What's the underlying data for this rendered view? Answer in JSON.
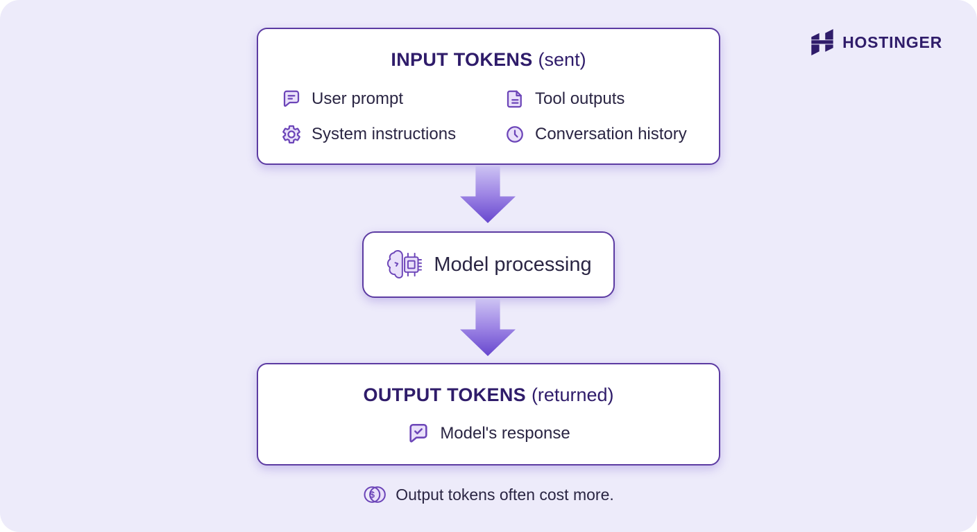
{
  "colors": {
    "canvas_bg": "#EDEBFA",
    "box_bg": "#FFFFFF",
    "box_border": "#5C3BA2",
    "title_text": "#2F1C6A",
    "body_text": "#2A2543",
    "icon_stroke": "#6C45B8",
    "icon_fill": "#E9E0FA",
    "arrow_top": "#CCC2F3",
    "arrow_mid": "#9F87E5",
    "arrow_bottom": "#6747CE",
    "brand_color": "#2F1C6A"
  },
  "brand": {
    "name": "HOSTINGER"
  },
  "input_box": {
    "title_strong": "INPUT TOKENS",
    "title_normal": "(sent)",
    "items": [
      {
        "icon": "chat-lines-icon",
        "label": "User prompt"
      },
      {
        "icon": "document-icon",
        "label": "Tool outputs"
      },
      {
        "icon": "gear-icon",
        "label": "System instructions"
      },
      {
        "icon": "clock-icon",
        "label": "Conversation history"
      }
    ]
  },
  "process_box": {
    "icon": "brain-chip-icon",
    "label": "Model processing"
  },
  "output_box": {
    "title_strong": "OUTPUT TOKENS",
    "title_normal": "(returned)",
    "item": {
      "icon": "chat-check-icon",
      "label": "Model's response"
    }
  },
  "caption": {
    "icon": "coins-icon",
    "symbol": "$",
    "text": "Output tokens often cost more."
  }
}
